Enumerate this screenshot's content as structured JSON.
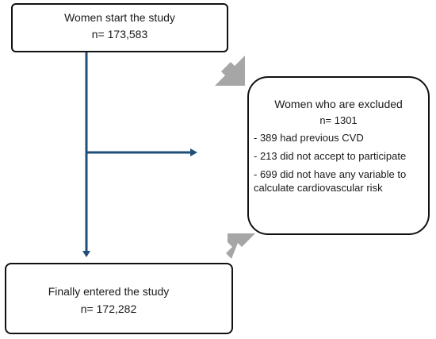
{
  "start_box": {
    "title": "Women start the study",
    "count": "n= 173,583"
  },
  "excluded_box": {
    "title": "Women who are excluded",
    "count": "n= 1301",
    "reasons": [
      "- 389 had  previous CVD",
      "- 213 did not accept to participate",
      "- 699 did not have any variable to calculate cardiovascular risk"
    ]
  },
  "final_box": {
    "title": "Finally entered the study",
    "count": "n= 172,282"
  },
  "colors": {
    "flow_line": "#1f4e79",
    "chevron": "#a6a6a6",
    "box_border": "#111111"
  }
}
